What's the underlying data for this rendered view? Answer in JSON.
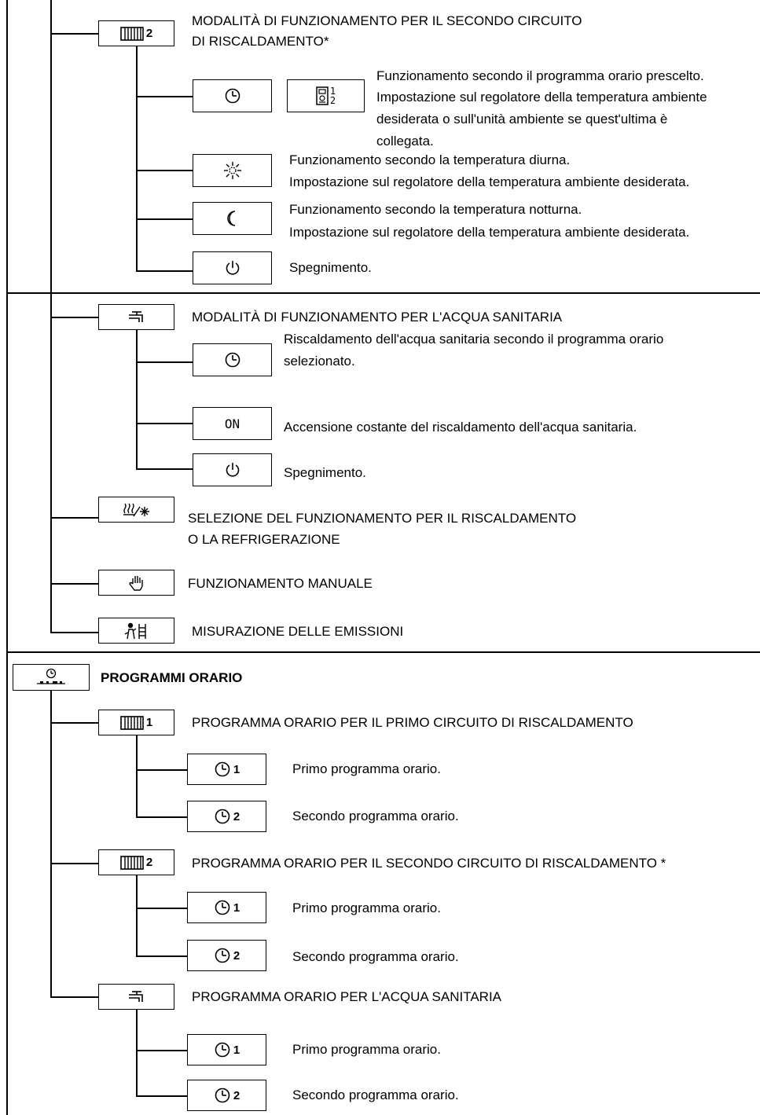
{
  "circuit2_mode": {
    "title_line1": "MODALITÀ DI FUNZIONAMENTO PER IL SECONDO CIRCUITO",
    "title_line2": "DI RISCALDAMENTO*",
    "icon": "radiator-2-icon",
    "icon_label": "2",
    "options": [
      {
        "icon": "clock-icon",
        "icon2": "room-unit-icon",
        "room_unit_num1": "1",
        "room_unit_num2": "2",
        "lines": [
          "Funzionamento secondo il programma orario prescelto.",
          "Impostazione sul regolatore della temperatura ambiente",
          "desiderata o sull'unità ambiente se quest'ultima è",
          "collegata."
        ]
      },
      {
        "icon": "sun-icon",
        "lines": [
          "Funzionamento secondo la temperatura diurna.",
          "Impostazione sul regolatore della temperatura ambiente desiderata."
        ]
      },
      {
        "icon": "moon-icon",
        "lines": [
          "Funzionamento secondo la temperatura notturna.",
          "Impostazione sul regolatore della temperatura ambiente desiderata."
        ]
      },
      {
        "icon": "power-icon",
        "lines": [
          "Spegnimento."
        ]
      }
    ]
  },
  "dhw_mode": {
    "title": "MODALITÀ DI FUNZIONAMENTO PER L'ACQUA SANITARIA",
    "icon": "tap-icon",
    "options": [
      {
        "icon": "clock-icon",
        "lines": [
          "Riscaldamento dell'acqua sanitaria secondo il programma orario",
          "selezionato."
        ]
      },
      {
        "icon": "on-text",
        "icon_label": "ON",
        "lines": [
          "Accensione costante del riscaldamento dell'acqua sanitaria."
        ]
      },
      {
        "icon": "power-icon",
        "lines": [
          "Spegnimento."
        ]
      }
    ]
  },
  "heat_cool": {
    "icon": "heat-cool-icon",
    "title_line1": "SELEZIONE DEL FUNZIONAMENTO PER IL RISCALDAMENTO",
    "title_line2": "O LA REFRIGERAZIONE"
  },
  "manual": {
    "icon": "hand-icon",
    "title": "FUNZIONAMENTO MANUALE"
  },
  "emissions": {
    "icon": "chimney-sweep-icon",
    "title": "MISURAZIONE DELLE EMISSIONI"
  },
  "programs": {
    "icon": "time-program-icon",
    "title": "PROGRAMMI ORARIO",
    "groups": [
      {
        "icon": "radiator-1-icon",
        "icon_label": "1",
        "title": "PROGRAMMA ORARIO PER IL PRIMO CIRCUITO DI RISCALDAMENTO",
        "items": [
          {
            "icon": "clock-icon",
            "num": "1",
            "text": "Primo programma orario."
          },
          {
            "icon": "clock-icon",
            "num": "2",
            "text": "Secondo programma orario."
          }
        ]
      },
      {
        "icon": "radiator-2-icon",
        "icon_label": "2",
        "title": "PROGRAMMA ORARIO PER IL SECONDO CIRCUITO DI RISCALDAMENTO *",
        "items": [
          {
            "icon": "clock-icon",
            "num": "1",
            "text": "Primo programma orario."
          },
          {
            "icon": "clock-icon",
            "num": "2",
            "text": "Secondo programma orario."
          }
        ]
      },
      {
        "icon": "tap-icon",
        "title": "PROGRAMMA ORARIO PER L'ACQUA SANITARIA",
        "items": [
          {
            "icon": "clock-icon",
            "num": "1",
            "text": "Primo programma orario."
          },
          {
            "icon": "clock-icon",
            "num": "2",
            "text": "Secondo programma orario."
          }
        ]
      }
    ]
  }
}
